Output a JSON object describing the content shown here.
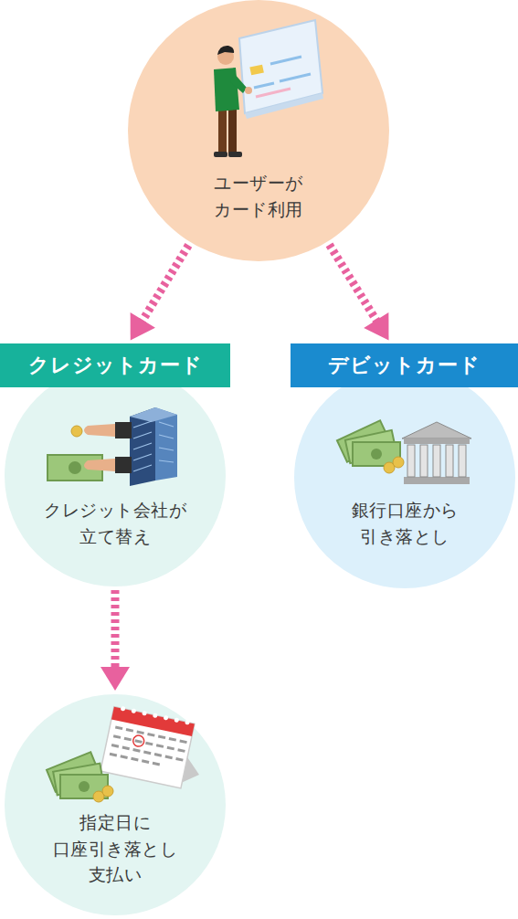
{
  "diagram": {
    "nodes": [
      {
        "text": [
          "ユーザーが カード利用"
        ]
      },
      {
        "text": [
          "クレジットカード"
        ]
      },
      {
        "text": [
          "デビットカード"
        ]
      },
      {
        "text": [
          "クレジット会社が 立て替え"
        ]
      },
      {
        "text": [
          "銀行口座から 引き落とし"
        ]
      },
      {
        "text": [
          "指定日に 口座引き落とし 支払い"
        ]
      }
    ],
    "edges": [
      {
        "from": 0,
        "to": 1,
        "arrow": "to"
      },
      {
        "from": 0,
        "to": 2,
        "arrow": "to"
      },
      {
        "from": 3,
        "to": 5,
        "arrow": "to"
      }
    ]
  }
}
